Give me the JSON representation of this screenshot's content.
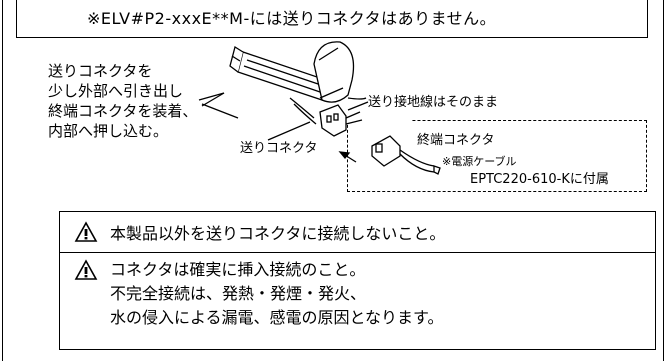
{
  "notice": "※ELV#P2-xxxE**M-には送りコネクタはありません。",
  "instructions": [
    "送りコネクタを",
    "少し外部へ引き出し",
    "終端コネクタを装着、",
    "内部へ押し込む。"
  ],
  "diagram": {
    "label_send_ground": "送り接地線はそのまま",
    "label_send_connector": "送りコネクタ",
    "label_terminal_connector": "終端コネクタ",
    "label_power_cable_note": "※電源ケーブル",
    "label_part_number": "EPTC220-610-Kに付属"
  },
  "warnings": {
    "warning1": "本製品以外を送りコネクタに接続しないこと。",
    "warning2_lines": [
      "コネクタは確実に挿入接続のこと。",
      "不完全接続は、発熱・発煙・発火、",
      "水の侵入による漏電、感電の原因となります。"
    ]
  },
  "icons": [
    "warning-triangle-icon"
  ]
}
